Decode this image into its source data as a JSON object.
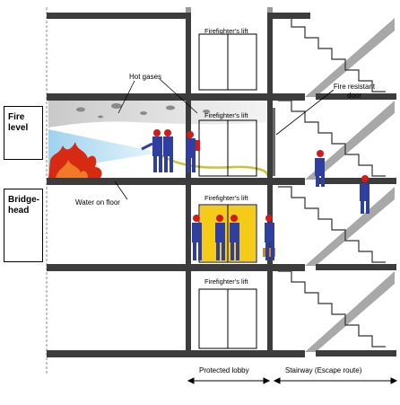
{
  "diagram": {
    "left_labels": [
      {
        "id": "fire-level",
        "text": "Fire level"
      },
      {
        "id": "bridgehead",
        "text": "Bridge-head"
      }
    ],
    "lift_label": "Firefighter's lift",
    "annotations": {
      "hot_gases": "Hot gases",
      "water_on_floor": "Water on floor",
      "fire_resistant_door": "Fire resistant door"
    },
    "zones": {
      "protected_lobby": "Protected lobby",
      "stairway": "Stairway (Escape route)"
    },
    "colors": {
      "slab": "#3c3c3c",
      "stair": "#a8a8a8",
      "smoke": "#d9d9d9",
      "water_spray": "#bfe3f5",
      "fire": "#d62b12",
      "firefighter": "#2f3fa0",
      "helmet": "#d11a1a",
      "lift_highlight": "#f5c400"
    }
  }
}
